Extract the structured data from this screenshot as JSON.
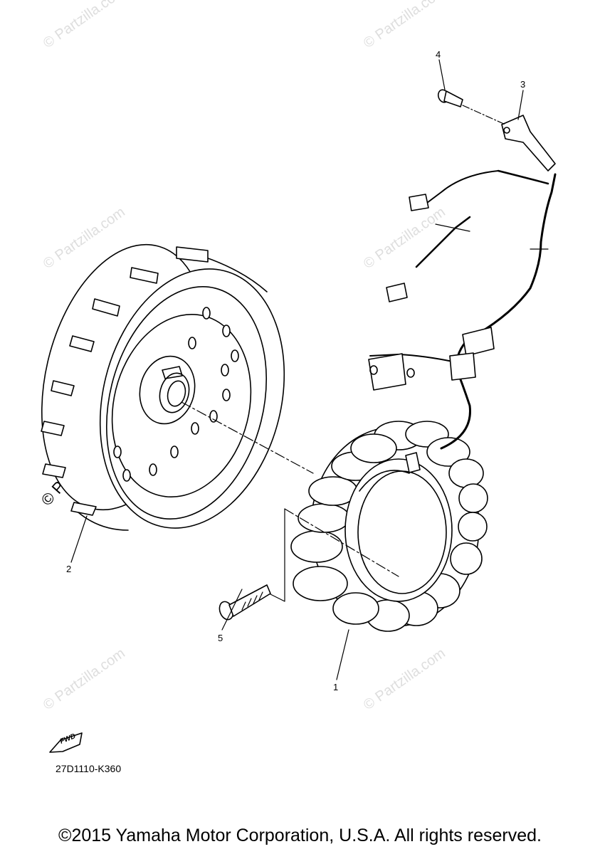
{
  "callouts": {
    "c1": "1",
    "c2": "2",
    "c3": "3",
    "c4": "4",
    "c5": "5"
  },
  "fwd_label": "FWD",
  "diagram_code": "27D1110-K360",
  "copyright": "©2015 Yamaha Motor Corporation, U.S.A. All rights reserved.",
  "watermark": "© Partzilla.com"
}
